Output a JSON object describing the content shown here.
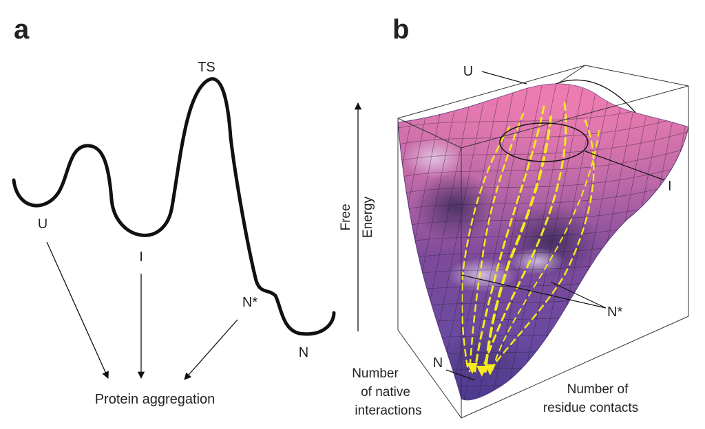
{
  "panel_a": {
    "letter": "a",
    "states": {
      "unfolded": "U",
      "intermediate": "I",
      "transition_state": "TS",
      "misfolded": "N*",
      "native": "N"
    },
    "aggregation_label": "Protein aggregation"
  },
  "panel_b": {
    "letter": "b",
    "states": {
      "unfolded": "U",
      "intermediate": "I",
      "misfolded": "N*",
      "native": "N"
    },
    "axis_free_energy": [
      "Free",
      "Energy"
    ],
    "axis_native_interactions": [
      "Number",
      "of native",
      "interactions"
    ],
    "axis_residue_contacts": [
      "Number of",
      "residue contacts"
    ]
  },
  "colors": {
    "line": "#111111",
    "surface_top": "#e06aa6",
    "surface_mid": "#8a4fa0",
    "surface_bottom": "#4b3b8f",
    "pathway": "#f5ea1e"
  }
}
